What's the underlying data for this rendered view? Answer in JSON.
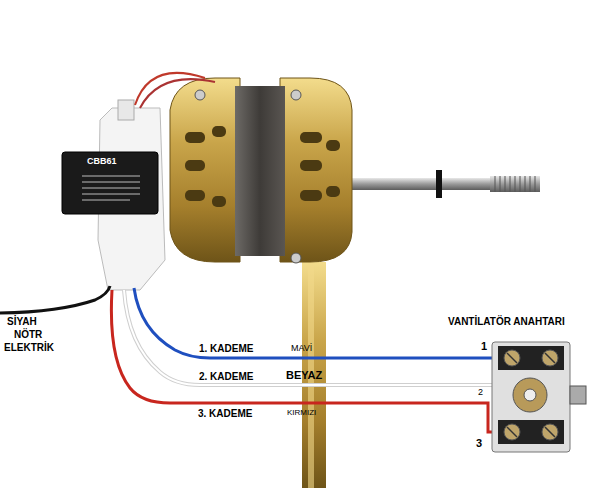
{
  "diagram": {
    "labels": [
      "SİYAH",
      "NÖTR",
      "ELEKTRİK",
      "1. KADEME",
      "MAVİ",
      "2. KADEME",
      "BEYAZ",
      "3. KADEME",
      "KIRMIZI",
      "VANTİLATÖR ANAHTARI",
      "1",
      "2",
      "3",
      "CBB61"
    ]
  }
}
